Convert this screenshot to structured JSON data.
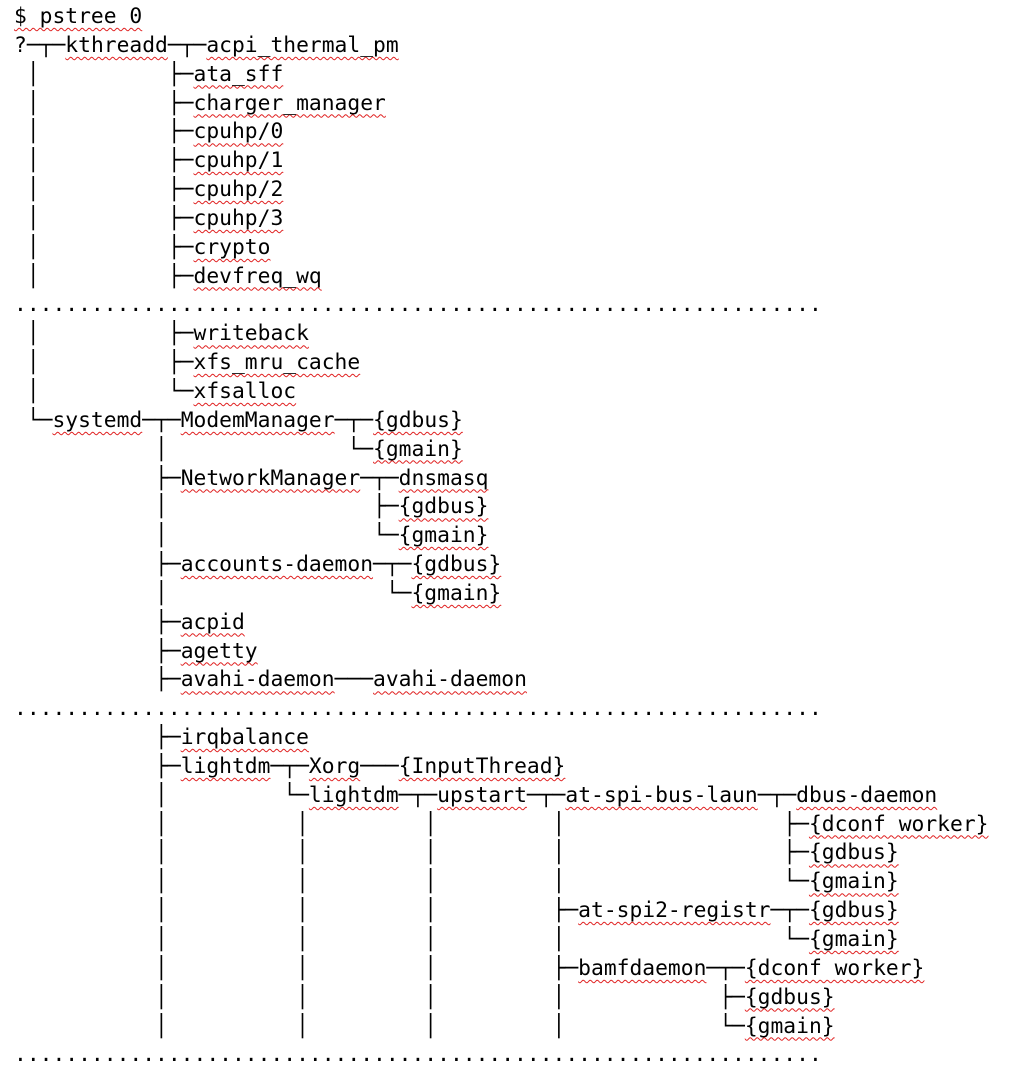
{
  "command_line": "$ pstree 0",
  "lines": [
    [
      [
        "?─┬─",
        0
      ],
      [
        "kthreadd",
        1
      ],
      [
        "─┬─",
        0
      ],
      [
        "acpi_thermal_pm",
        1
      ]
    ],
    [
      [
        " │          ├─",
        0
      ],
      [
        "ata_sff",
        1
      ]
    ],
    [
      [
        " │          ├─",
        0
      ],
      [
        "charger_manager",
        1
      ]
    ],
    [
      [
        " │          ├─",
        0
      ],
      [
        "cpuhp/0",
        1
      ]
    ],
    [
      [
        " │          ├─",
        0
      ],
      [
        "cpuhp/1",
        1
      ]
    ],
    [
      [
        " │          ├─",
        0
      ],
      [
        "cpuhp/2",
        1
      ]
    ],
    [
      [
        " │          ├─",
        0
      ],
      [
        "cpuhp/3",
        1
      ]
    ],
    [
      [
        " │          ├─",
        0
      ],
      [
        "crypto",
        1
      ]
    ],
    [
      [
        " │          ├─",
        0
      ],
      [
        "devfreq_wq",
        1
      ]
    ],
    [
      [
        "...............................................................",
        0
      ]
    ],
    [
      [
        " │          ├─",
        0
      ],
      [
        "writeback",
        1
      ]
    ],
    [
      [
        " │          ├─",
        0
      ],
      [
        "xfs_mru_cache",
        1
      ]
    ],
    [
      [
        " │          └─",
        0
      ],
      [
        "xfsalloc",
        1
      ]
    ],
    [
      [
        " └─",
        0
      ],
      [
        "systemd",
        1
      ],
      [
        "─┬─",
        0
      ],
      [
        "ModemManager",
        1
      ],
      [
        "─┬─",
        0
      ],
      [
        "{gdbus}",
        1
      ]
    ],
    [
      [
        "           │              └─",
        0
      ],
      [
        "{gmain}",
        1
      ]
    ],
    [
      [
        "           ├─",
        0
      ],
      [
        "NetworkManager",
        1
      ],
      [
        "─┬─",
        0
      ],
      [
        "dnsmasq",
        1
      ]
    ],
    [
      [
        "           │                ├─",
        0
      ],
      [
        "{gdbus}",
        1
      ]
    ],
    [
      [
        "           │                └─",
        0
      ],
      [
        "{gmain}",
        1
      ]
    ],
    [
      [
        "           ├─",
        0
      ],
      [
        "accounts-daemon",
        1
      ],
      [
        "─┬─",
        0
      ],
      [
        "{gdbus}",
        1
      ]
    ],
    [
      [
        "           │                 └─",
        0
      ],
      [
        "{gmain}",
        1
      ]
    ],
    [
      [
        "           ├─",
        0
      ],
      [
        "acpid",
        1
      ]
    ],
    [
      [
        "           ├─",
        0
      ],
      [
        "agetty",
        1
      ]
    ],
    [
      [
        "           ├─",
        0
      ],
      [
        "avahi-daemon",
        1
      ],
      [
        "───",
        0
      ],
      [
        "avahi-daemon",
        1
      ]
    ],
    [
      [
        "...............................................................",
        0
      ]
    ],
    [
      [
        "           ├─",
        0
      ],
      [
        "irqbalance",
        1
      ]
    ],
    [
      [
        "           ├─",
        0
      ],
      [
        "lightdm",
        1
      ],
      [
        "─┬─",
        0
      ],
      [
        "Xorg",
        1
      ],
      [
        "───",
        0
      ],
      [
        "{InputThread}",
        1
      ]
    ],
    [
      [
        "           │         └─",
        0
      ],
      [
        "lightdm",
        1
      ],
      [
        "─┬─",
        0
      ],
      [
        "upstart",
        1
      ],
      [
        "─┬─",
        0
      ],
      [
        "at-spi-bus-laun",
        1
      ],
      [
        "─┬─",
        0
      ],
      [
        "dbus-daemon",
        1
      ]
    ],
    [
      [
        "           │          │         │         │                 ├─",
        0
      ],
      [
        "{dconf worker}",
        1
      ]
    ],
    [
      [
        "           │          │         │         │                 ├─",
        0
      ],
      [
        "{gdbus}",
        1
      ]
    ],
    [
      [
        "           │          │         │         │                 └─",
        0
      ],
      [
        "{gmain}",
        1
      ]
    ],
    [
      [
        "           │          │         │         ├─",
        0
      ],
      [
        "at-spi2-registr",
        1
      ],
      [
        "─┬─",
        0
      ],
      [
        "{gdbus}",
        1
      ]
    ],
    [
      [
        "           │          │         │         │                 └─",
        0
      ],
      [
        "{gmain}",
        1
      ]
    ],
    [
      [
        "           │          │         │         ├─",
        0
      ],
      [
        "bamfdaemon",
        1
      ],
      [
        "─┬─",
        0
      ],
      [
        "{dconf worker}",
        1
      ]
    ],
    [
      [
        "           │          │         │         │            ├─",
        0
      ],
      [
        "{gdbus}",
        1
      ]
    ],
    [
      [
        "           │          │         │         │            └─",
        0
      ],
      [
        "{gmain}",
        1
      ]
    ],
    [
      [
        "...............................................................",
        0
      ]
    ]
  ],
  "colors": {
    "text": "#000000",
    "spellcheck_underline": "#e02020",
    "background": "#ffffff"
  }
}
